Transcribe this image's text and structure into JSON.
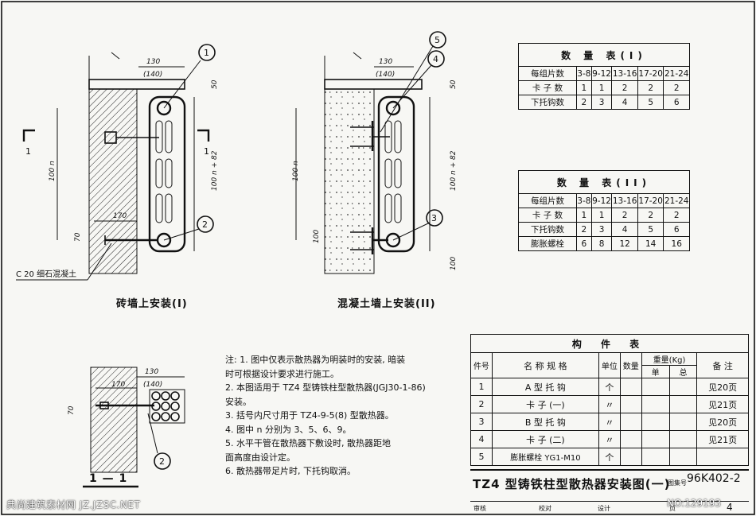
{
  "drawing": {
    "view1_caption": "砖墙上安装(I)",
    "view2_caption": "混凝土墙上安装(II)",
    "view3_caption": "1 — 1",
    "section_mark": "1",
    "dim_130": "130",
    "dim_140": "(140)",
    "dim_50": "50",
    "dim_100n": "100 n",
    "dim_100n82": "100 n + 82",
    "dim_170": "170",
    "dim_70": "70",
    "dim_100": "100",
    "concrete_note": "C 20 细石混凝土",
    "callouts": [
      "1",
      "2",
      "4",
      "5",
      "3",
      "2"
    ]
  },
  "notes": {
    "lines": [
      "注: 1. 图中仅表示散热器为明装时的安装, 暗装",
      "        时可根据设计要求进行施工。",
      "    2. 本图适用于 TZ4 型铸铁柱型散热器(JGJ30-1-86)",
      "        安装。",
      "    3. 括号内尺寸用于 TZ4-9-5(8) 型散热器。",
      "    4. 图中 n 分别为 3、5、6、9。",
      "    5. 水平干管在散热器下敷设时, 散热器距地",
      "        面高度由设计定。",
      "    6. 散热器带足片时, 下托钩取消。"
    ]
  },
  "table1": {
    "title": "数 量 表(I)",
    "headers": [
      "每组片数",
      "3-8",
      "9-12",
      "13-16",
      "17-20",
      "21-24"
    ],
    "rows": [
      [
        "卡 子 数",
        "1",
        "1",
        "2",
        "2",
        "2"
      ],
      [
        "下托钩数",
        "2",
        "3",
        "4",
        "5",
        "6"
      ]
    ]
  },
  "table2": {
    "title": "数 量 表(II)",
    "headers": [
      "每组片数",
      "3-8",
      "9-12",
      "13-16",
      "17-20",
      "21-24"
    ],
    "rows": [
      [
        "卡 子 数",
        "1",
        "1",
        "2",
        "2",
        "2"
      ],
      [
        "下托钩数",
        "2",
        "3",
        "4",
        "5",
        "6"
      ],
      [
        "膨胀螺栓",
        "6",
        "8",
        "12",
        "14",
        "16"
      ]
    ]
  },
  "parts_table": {
    "title": "构 件 表",
    "h_no": "件号",
    "h_name": "名 称 规 格",
    "h_unit": "单位",
    "h_qty": "数量",
    "h_weight": "重量(Kg)",
    "h_single": "单",
    "h_total": "总",
    "h_remark": "备 注",
    "rows": [
      {
        "no": "1",
        "name": "A 型 托 钩",
        "unit": "个",
        "remark": "见20页"
      },
      {
        "no": "2",
        "name": "卡 子 (一)",
        "unit": "〃",
        "remark": "见21页"
      },
      {
        "no": "3",
        "name": "B 型 托 钩",
        "unit": "〃",
        "remark": "见20页"
      },
      {
        "no": "4",
        "name": "卡 子 (二)",
        "unit": "〃",
        "remark": "见21页"
      },
      {
        "no": "5",
        "name": "膨胀螺栓 YG1-M10",
        "unit": "个",
        "remark": ""
      }
    ]
  },
  "title_block": {
    "main_title": "TZ4 型铸铁柱型散热器安装图(一)",
    "atlas_label": "图集号",
    "atlas_no": "96K402-2",
    "review": "审核",
    "check": "校对",
    "design": "设计",
    "page_label": "页",
    "page_no": "4"
  },
  "watermark": {
    "left": "典尚建筑素材网 JZ.JZSC.NET",
    "right": "NO:129193"
  }
}
